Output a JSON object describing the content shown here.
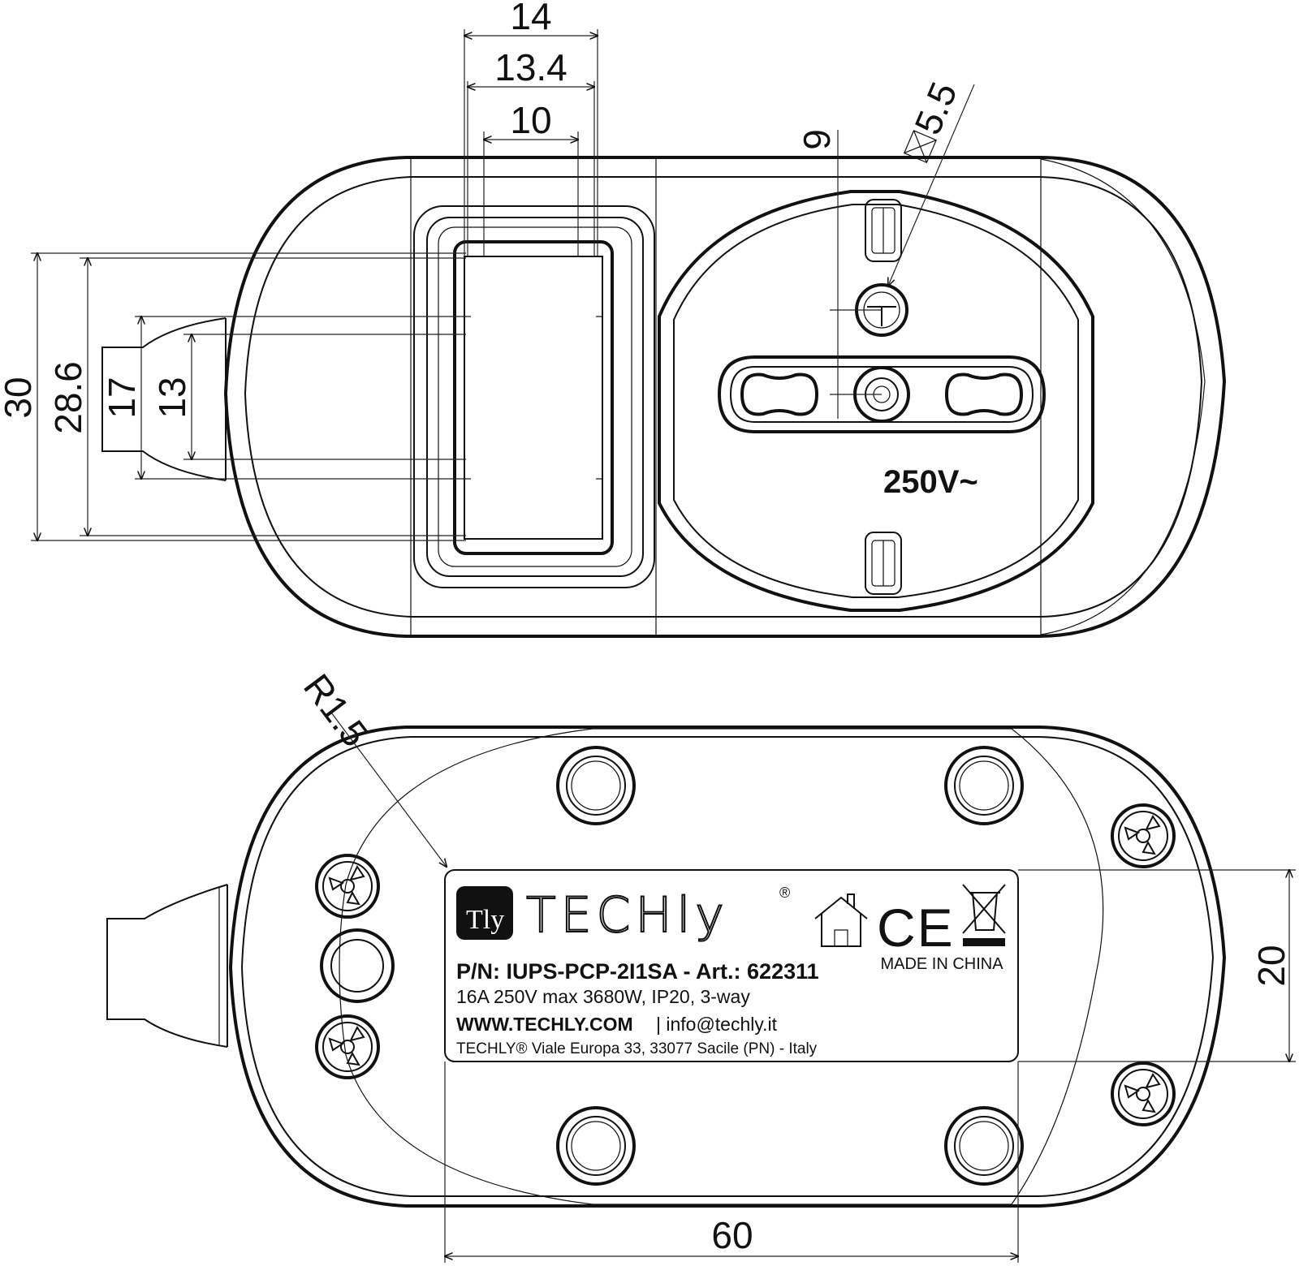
{
  "dimensions": {
    "top_width_outer": "14",
    "top_width_mid": "13.4",
    "top_width_inner": "10",
    "socket_offset": "9",
    "pin_diameter": "5.5",
    "height_outer": "30",
    "height_mid": "28.6",
    "height_cord_outer": "17",
    "height_cord_inner": "13",
    "radius": "R1.5",
    "label_height": "20",
    "label_width": "60"
  },
  "socket": {
    "voltage_mark": "250V~"
  },
  "label": {
    "brand": "TECHly",
    "logo_letters": "Tly",
    "registered": "®",
    "part_number": "P/N: IUPS-PCP-2I1SA - Art.: 622311",
    "specs": "16A 250V max 3680W, IP20, 3-way",
    "website": "WWW.TECHLY.COM",
    "email": "| info@techly.it",
    "address": "TECHLY® Viale Europa 33, 33077 Sacile (PN) - Italy",
    "made_in": "MADE IN CHINA",
    "ce_mark": "CE"
  },
  "icons": [
    "house-icon",
    "ce-mark-icon",
    "weee-bin-icon",
    "screw-icon",
    "foot-pad-icon"
  ]
}
